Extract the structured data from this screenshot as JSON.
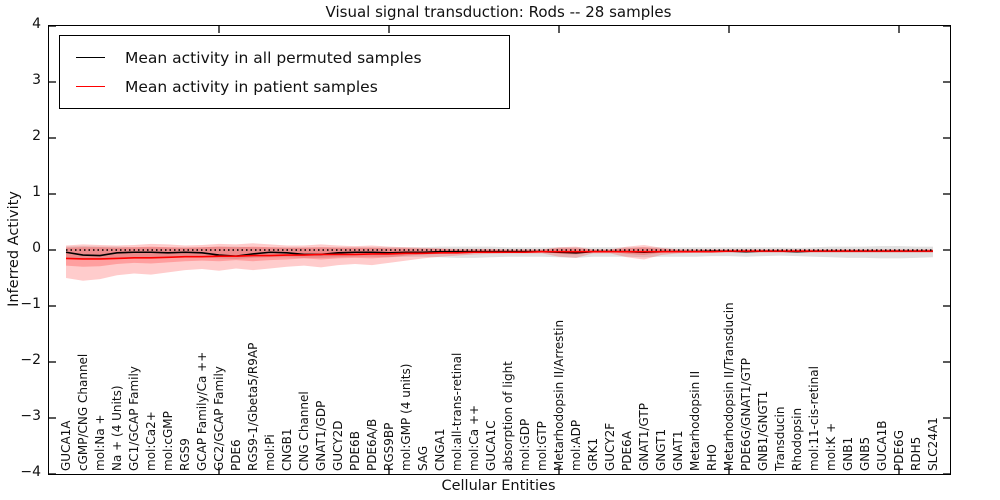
{
  "title": "Visual signal transduction: Rods -- 28 samples",
  "legend": {
    "items": [
      {
        "label": "Mean activity in all permuted samples",
        "color": "#000000"
      },
      {
        "label": "Mean activity in patient samples",
        "color": "#ff0000"
      }
    ],
    "position": "upper left"
  },
  "axes": {
    "y_label": "Inferred Activity",
    "x_label": "Cellular Entities",
    "y_ticks": [
      {
        "label": "4",
        "value": 4
      },
      {
        "label": "3",
        "value": 3
      },
      {
        "label": "2",
        "value": 2
      },
      {
        "label": "1",
        "value": 1
      },
      {
        "label": "0",
        "value": 0
      },
      {
        "label": "−1",
        "value": -1
      },
      {
        "label": "−2",
        "value": -2
      },
      {
        "label": "−3",
        "value": -3
      },
      {
        "label": "−4",
        "value": -4
      }
    ]
  },
  "chart_data": {
    "type": "line",
    "title": "Visual signal transduction: Rods -- 28 samples",
    "xlabel": "Cellular Entities",
    "ylabel": "Inferred Activity",
    "ylim": [
      -4,
      4
    ],
    "grid": false,
    "legend_position": "upper left",
    "x_major_tick_indices": [
      9,
      19,
      29,
      39,
      49
    ],
    "categories": [
      "GUCA1A",
      "cGMP/CNG Channel",
      "mol:Na +",
      "Na + (4 Units)",
      "GC1/GCAP Family",
      "mol:Ca2+",
      "mol:cGMP",
      "RGS9",
      "GCAP Family/Ca ++",
      "GC2/GCAP Family",
      "PDE6",
      "RGS9-1/Gbeta5/R9AP",
      "mol:Pi",
      "CNGB1",
      "CNG Channel",
      "GNAT1/GDP",
      "GUCY2D",
      "PDE6B",
      "PDE6A/B",
      "RGS9BP",
      "mol:GMP (4 units)",
      "SAG",
      "CNGA1",
      "mol:all-trans-retinal",
      "mol:Ca ++",
      "GUCA1C",
      "absorption of light",
      "mol:GDP",
      "mol:GTP",
      "Metarhodopsin II/Arrestin",
      "mol:ADP",
      "GRK1",
      "GUCY2F",
      "PDE6A",
      "GNAT1/GTP",
      "GNGT1",
      "GNAT1",
      "Metarhodopsin II",
      "RHO",
      "Metarhodopsin II/Transducin",
      "PDE6G/GNAT1/GTP",
      "GNB1/GNGT1",
      "Transducin",
      "Rhodopsin",
      "mol:11-cis-retinal",
      "mol:K +",
      "GNB1",
      "GNB5",
      "GUCA1B",
      "PDE6G",
      "RDH5",
      "SLC24A1"
    ],
    "series": [
      {
        "name": "Mean activity in all permuted samples",
        "color": "#000000",
        "style": "solid",
        "width": 1.6,
        "values": [
          -0.04,
          -0.09,
          -0.1,
          -0.05,
          -0.04,
          -0.04,
          -0.05,
          -0.04,
          -0.05,
          -0.09,
          -0.11,
          -0.07,
          -0.04,
          -0.05,
          -0.08,
          -0.08,
          -0.05,
          -0.04,
          -0.04,
          -0.05,
          -0.04,
          -0.04,
          -0.03,
          -0.03,
          -0.03,
          -0.03,
          -0.03,
          -0.03,
          -0.03,
          -0.04,
          -0.05,
          -0.03,
          -0.03,
          -0.03,
          -0.04,
          -0.03,
          -0.03,
          -0.03,
          -0.02,
          -0.02,
          -0.03,
          -0.02,
          -0.02,
          -0.03,
          -0.02,
          -0.02,
          -0.02,
          -0.02,
          -0.02,
          -0.02,
          -0.02,
          -0.02
        ]
      },
      {
        "name": "Mean activity in patient samples",
        "color": "#ff0000",
        "style": "solid",
        "width": 1.6,
        "values": [
          -0.15,
          -0.16,
          -0.16,
          -0.15,
          -0.14,
          -0.14,
          -0.13,
          -0.12,
          -0.12,
          -0.11,
          -0.11,
          -0.1,
          -0.1,
          -0.09,
          -0.09,
          -0.08,
          -0.08,
          -0.08,
          -0.07,
          -0.07,
          -0.06,
          -0.06,
          -0.05,
          -0.05,
          -0.04,
          -0.04,
          -0.04,
          -0.04,
          -0.03,
          -0.03,
          -0.03,
          -0.03,
          -0.03,
          -0.03,
          -0.03,
          -0.03,
          -0.03,
          -0.03,
          -0.03,
          -0.02,
          -0.02,
          -0.02,
          -0.02,
          -0.02,
          -0.02,
          -0.02,
          -0.02,
          -0.02,
          -0.02,
          -0.02,
          -0.02,
          -0.02
        ]
      },
      {
        "name": "Zero baseline",
        "color": "#000000",
        "style": "dotted",
        "width": 1.5,
        "constant": 0
      }
    ],
    "bands": [
      {
        "name": "permuted-std-band",
        "color": "#bbbbbb",
        "opacity": 0.45,
        "upper": [
          0.06,
          0.07,
          0.06,
          0.06,
          0.05,
          0.05,
          0.05,
          0.05,
          0.05,
          0.06,
          0.06,
          0.05,
          0.05,
          0.05,
          0.05,
          0.05,
          0.05,
          0.05,
          0.05,
          0.05,
          0.05,
          0.05,
          0.06,
          0.06,
          0.06,
          0.06,
          0.05,
          0.05,
          0.05,
          0.05,
          0.05,
          0.05,
          0.05,
          0.05,
          0.05,
          0.05,
          0.05,
          0.05,
          0.05,
          0.05,
          0.05,
          0.05,
          0.05,
          0.04,
          0.05,
          0.06,
          0.06,
          0.06,
          0.07,
          0.07,
          0.06,
          0.06
        ],
        "lower": [
          -0.15,
          -0.17,
          -0.16,
          -0.14,
          -0.13,
          -0.13,
          -0.13,
          -0.12,
          -0.13,
          -0.15,
          -0.16,
          -0.14,
          -0.13,
          -0.13,
          -0.14,
          -0.14,
          -0.13,
          -0.12,
          -0.12,
          -0.13,
          -0.12,
          -0.12,
          -0.13,
          -0.14,
          -0.14,
          -0.13,
          -0.12,
          -0.12,
          -0.12,
          -0.13,
          -0.14,
          -0.12,
          -0.12,
          -0.12,
          -0.13,
          -0.12,
          -0.12,
          -0.12,
          -0.11,
          -0.11,
          -0.12,
          -0.11,
          -0.1,
          -0.11,
          -0.12,
          -0.13,
          -0.14,
          -0.14,
          -0.15,
          -0.15,
          -0.14,
          -0.13
        ]
      },
      {
        "name": "patient-std-outer-band",
        "color": "#ff0000",
        "opacity": 0.2,
        "upper": [
          0.08,
          0.1,
          0.09,
          0.08,
          0.09,
          0.11,
          0.1,
          0.08,
          0.09,
          0.11,
          0.1,
          0.12,
          0.1,
          0.08,
          0.08,
          0.1,
          0.08,
          0.07,
          0.08,
          0.06,
          0.05,
          0.04,
          0.03,
          0.02,
          0.02,
          0.02,
          0.01,
          0.01,
          0.01,
          0.05,
          0.06,
          0.01,
          0.01,
          0.06,
          0.09,
          0.04,
          0.01,
          0.01,
          0.01,
          0.01,
          0.01,
          0.01,
          0.01,
          0.01,
          0.01,
          0.01,
          0.01,
          0.01,
          0.01,
          0.01,
          0.01,
          0.01
        ],
        "lower": [
          -0.5,
          -0.55,
          -0.52,
          -0.45,
          -0.42,
          -0.44,
          -0.4,
          -0.36,
          -0.34,
          -0.37,
          -0.33,
          -0.36,
          -0.33,
          -0.3,
          -0.28,
          -0.31,
          -0.27,
          -0.25,
          -0.27,
          -0.23,
          -0.19,
          -0.15,
          -0.12,
          -0.1,
          -0.08,
          -0.07,
          -0.06,
          -0.06,
          -0.06,
          -0.12,
          -0.14,
          -0.06,
          -0.06,
          -0.13,
          -0.17,
          -0.09,
          -0.06,
          -0.05,
          -0.05,
          -0.05,
          -0.05,
          -0.05,
          -0.05,
          -0.05,
          -0.05,
          -0.05,
          -0.05,
          -0.05,
          -0.05,
          -0.05,
          -0.05,
          -0.05
        ]
      },
      {
        "name": "patient-std-inner-band",
        "color": "#ff0000",
        "opacity": 0.22,
        "upper": [
          0.04,
          0.05,
          0.05,
          0.04,
          0.05,
          0.06,
          0.05,
          0.04,
          0.05,
          0.06,
          0.05,
          0.06,
          0.05,
          0.04,
          0.04,
          0.05,
          0.04,
          0.04,
          0.04,
          0.03,
          0.03,
          0.02,
          0.02,
          0.01,
          0.01,
          0.01,
          0.01,
          0.01,
          0.01,
          0.03,
          0.03,
          0.01,
          0.01,
          0.03,
          0.05,
          0.02,
          0.01,
          0.01,
          0.01,
          0.01,
          0.01,
          0.01,
          0.01,
          0.01,
          0.01,
          0.01,
          0.01,
          0.01,
          0.01,
          0.01,
          0.01,
          0.01
        ],
        "lower": [
          -0.28,
          -0.3,
          -0.29,
          -0.25,
          -0.23,
          -0.24,
          -0.22,
          -0.2,
          -0.19,
          -0.2,
          -0.18,
          -0.2,
          -0.18,
          -0.17,
          -0.15,
          -0.17,
          -0.15,
          -0.14,
          -0.15,
          -0.13,
          -0.1,
          -0.08,
          -0.07,
          -0.06,
          -0.05,
          -0.04,
          -0.03,
          -0.03,
          -0.03,
          -0.07,
          -0.08,
          -0.03,
          -0.03,
          -0.07,
          -0.09,
          -0.05,
          -0.03,
          -0.03,
          -0.03,
          -0.03,
          -0.03,
          -0.03,
          -0.03,
          -0.03,
          -0.03,
          -0.03,
          -0.03,
          -0.03,
          -0.03,
          -0.03,
          -0.03,
          -0.03
        ]
      }
    ]
  }
}
